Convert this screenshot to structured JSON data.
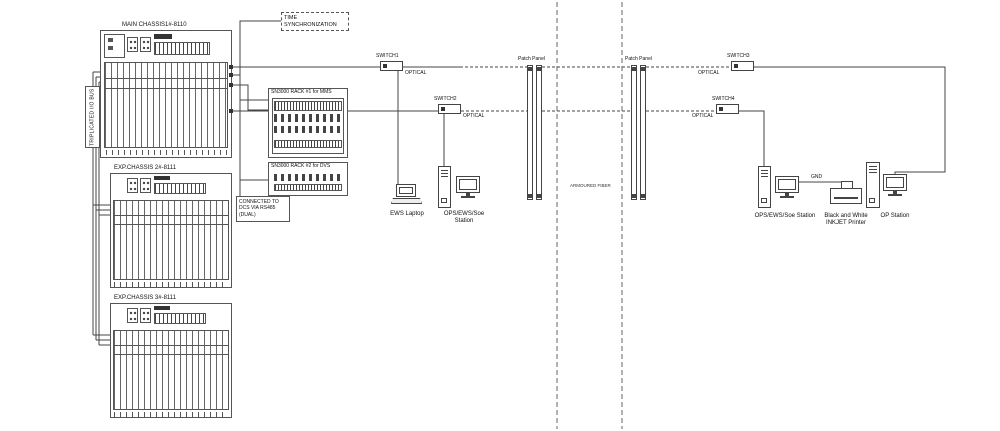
{
  "diagram": {
    "chassis": {
      "main_label": "MAIN CHASSIS1#-8110",
      "exp2_label": "EXP.CHASSIS 2#-8111",
      "exp3_label": "EXP.CHASSIS 3#-8111"
    },
    "bus_label": "TRIPLICATED I/O BUS",
    "time_sync_label": "TIME SYNCHRONIZATION",
    "racks": {
      "rack1_label": "SN3000 RACK #1 for MMS",
      "rack2_label": "SN3000 RACK #2 for DVS"
    },
    "dcs_note": "CONNECTED TO DCS VIA RS485 (DUAL)",
    "switches": {
      "sw1": "SWITCH1",
      "sw2": "SWITCH2",
      "sw3": "SWITCH3",
      "sw4": "SWITCH4",
      "optical": "OPTICAL"
    },
    "patch_panel_label": "Patch Panel",
    "fiber_note": "ARMOURED FIBER",
    "gnd_label": "GND",
    "stations": {
      "ews_laptop": "EWS Laptop",
      "ops_mid": "OPS/EWS/Soe Station",
      "ops_right": "OPS/EWS/Soe Station",
      "printer_line1": "Black and White",
      "printer_line2": "INKJET Printer",
      "op_station": "OP Station"
    }
  }
}
